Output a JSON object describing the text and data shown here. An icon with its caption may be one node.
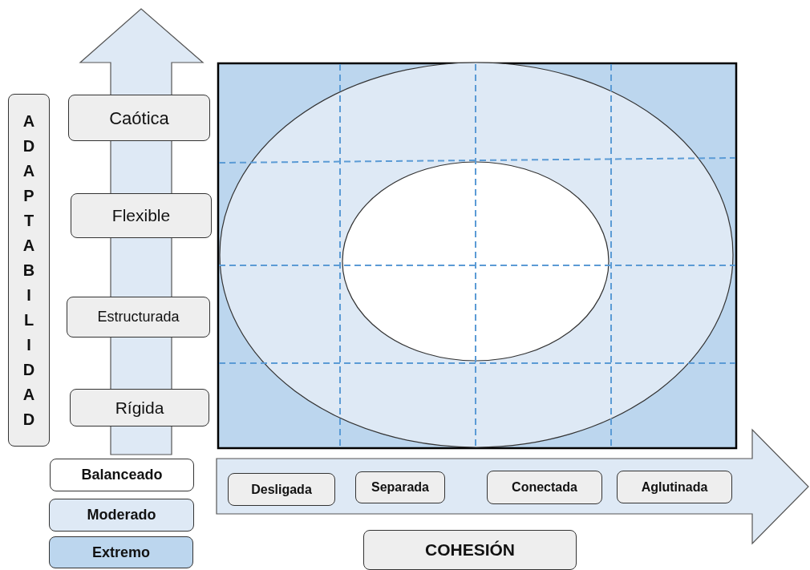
{
  "diagram": {
    "nodes": [
      {
        "text": [
          "ADAPTABILIDAD"
        ]
      },
      {
        "text": [
          "Caótica"
        ]
      },
      {
        "text": [
          "Flexible"
        ]
      },
      {
        "text": [
          "Estructurada"
        ]
      },
      {
        "text": [
          "Rígida"
        ]
      },
      {
        "text": [
          "Desligada"
        ]
      },
      {
        "text": [
          "Separada"
        ]
      },
      {
        "text": [
          "Conectada"
        ]
      },
      {
        "text": [
          "Aglutinada"
        ]
      },
      {
        "text": [
          "COHESIÓN"
        ]
      }
    ],
    "legend": [
      {
        "text": "Balanceado",
        "color": "#ffffff"
      },
      {
        "text": "Moderado",
        "color": "#dee9f5"
      },
      {
        "text": "Extremo",
        "color": "#bcd6ee"
      }
    ]
  }
}
